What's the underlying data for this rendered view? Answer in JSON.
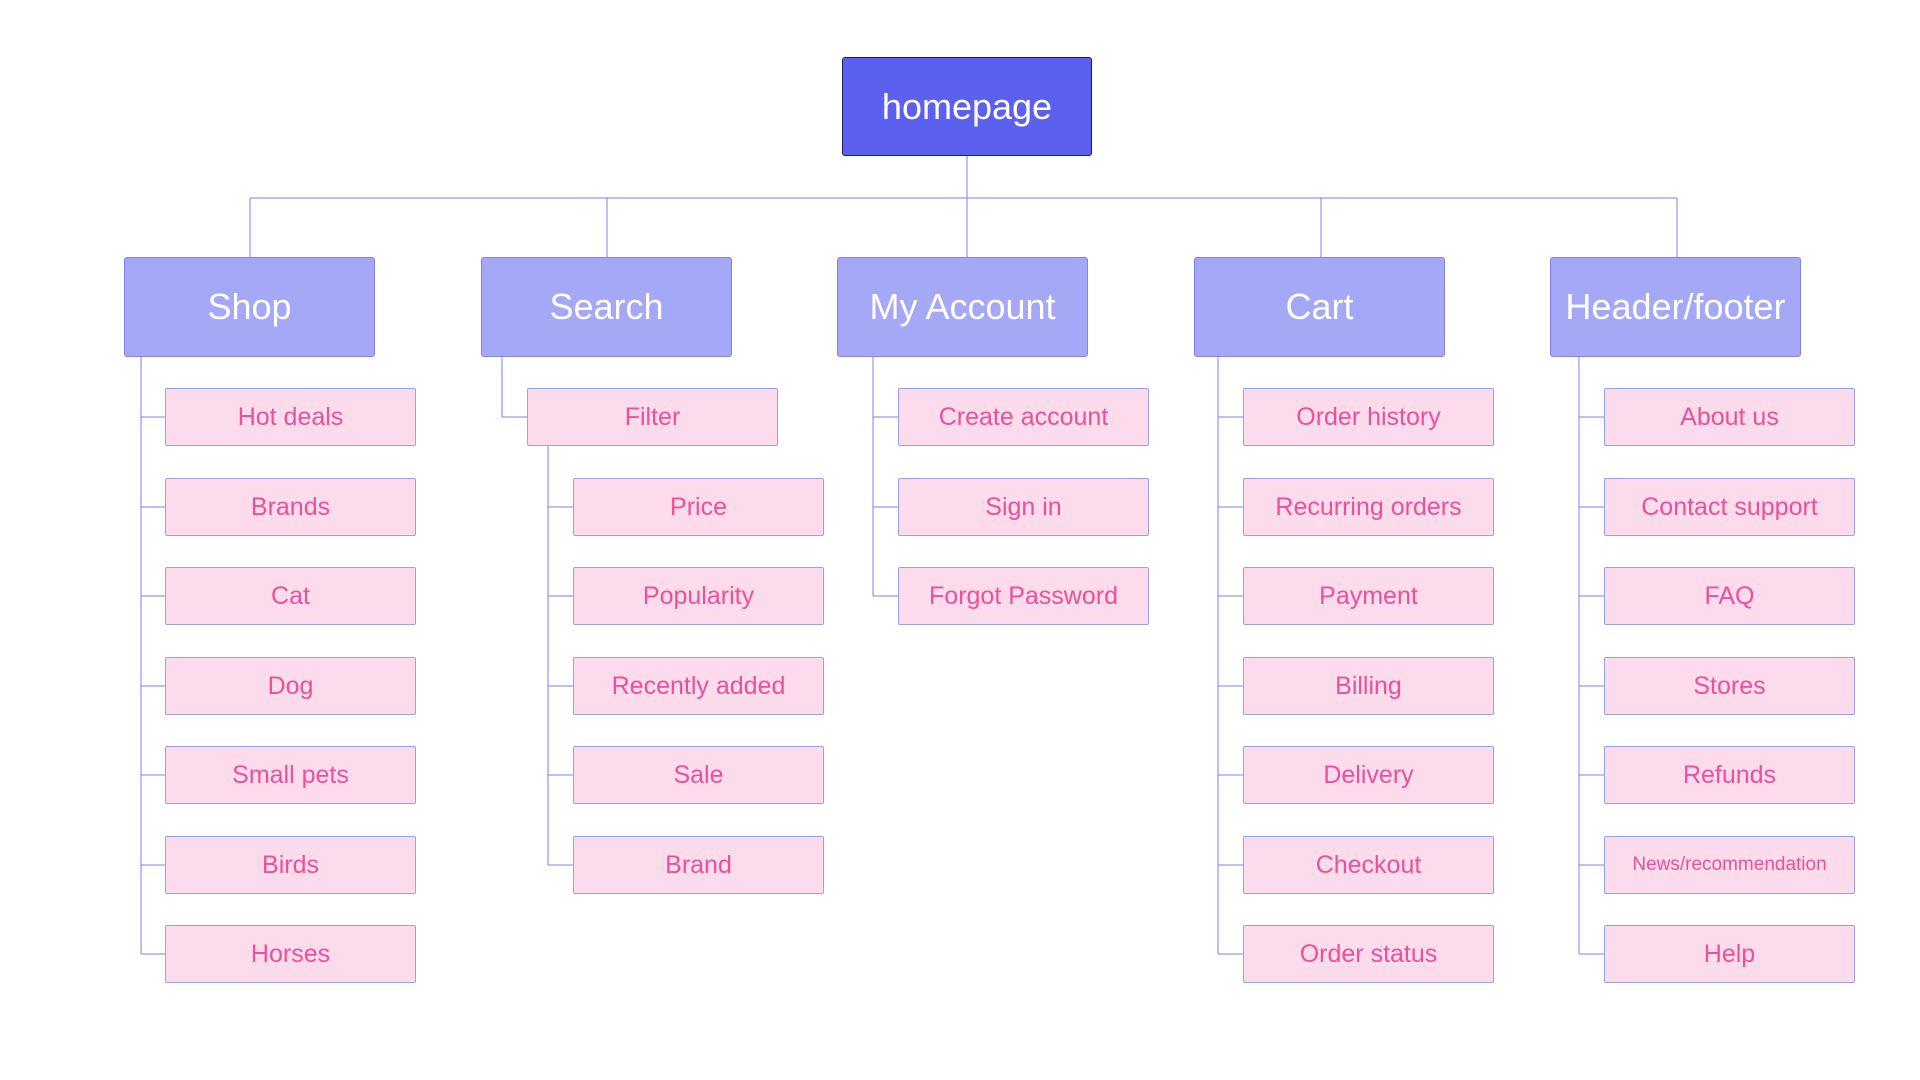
{
  "root": {
    "label": "homepage"
  },
  "categories": [
    {
      "label": "Shop",
      "items": [
        "Hot deals",
        "Brands",
        "Cat",
        "Dog",
        "Small pets",
        "Birds",
        "Horses"
      ]
    },
    {
      "label": "Search",
      "filter": "Filter",
      "items": [
        "Price",
        "Popularity",
        "Recently added",
        "Sale",
        "Brand"
      ]
    },
    {
      "label": "My Account",
      "items": [
        "Create account",
        "Sign in",
        "Forgot Password"
      ]
    },
    {
      "label": "Cart",
      "items": [
        "Order history",
        "Recurring orders",
        "Payment",
        "Billing",
        "Delivery",
        "Checkout",
        "Order status"
      ]
    },
    {
      "label": "Header/footer",
      "items": [
        "About us",
        "Contact support",
        "FAQ",
        "Stores",
        "Refunds",
        "News/recommendation",
        "Help"
      ]
    }
  ],
  "colors": {
    "root_fill": "#5b61ee",
    "category_fill": "#a5a8f6",
    "leaf_fill": "#fcdcec",
    "leaf_text": "#ec4f9b",
    "connector": "#7b7ff0"
  }
}
